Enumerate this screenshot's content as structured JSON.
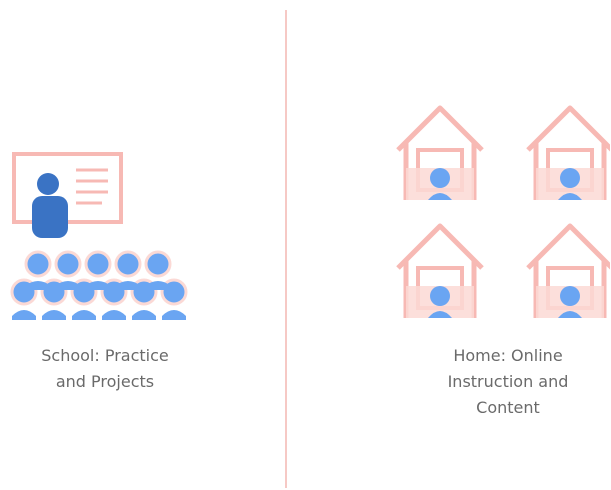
{
  "colors": {
    "divider": "#f6c9c5",
    "house_outline": "#f7b9b4",
    "house_fill": "#fbd9d5",
    "person_blue": "#6aa5f2",
    "teacher_blue": "#3a73c4",
    "caption_text": "#6a6a6a"
  },
  "left_panel": {
    "icon": "classroom-icon",
    "caption_lines": [
      "School: Practice",
      "and Projects"
    ]
  },
  "right_panel": {
    "icon": "home-learning-icon",
    "caption_lines": [
      "Home: Online",
      "Instruction and",
      "Content"
    ]
  },
  "top_text_fragment": ""
}
